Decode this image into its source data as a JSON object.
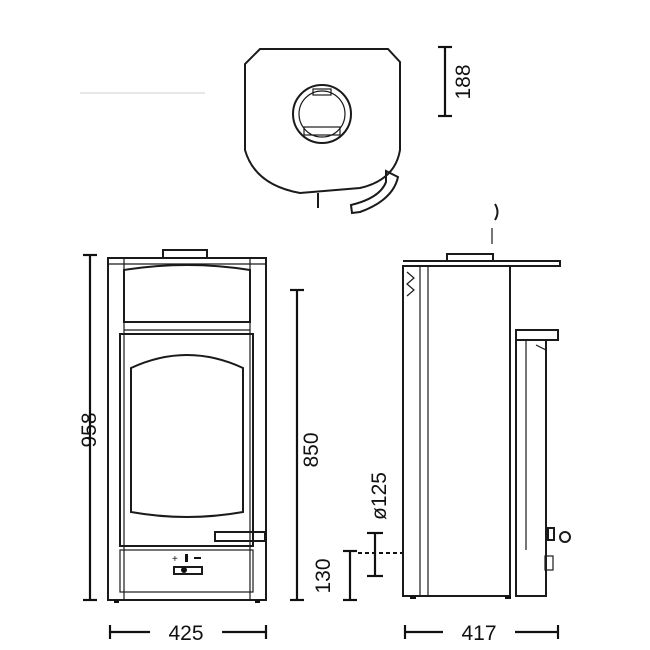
{
  "dimensions": {
    "top_depth": "188",
    "front_height": "958",
    "inner_height": "850",
    "pipe_diameter": "ø125",
    "outlet_height": "130",
    "front_width": "425",
    "side_depth": "417"
  },
  "colors": {
    "line": "#1a1a1a",
    "background": "#ffffff"
  }
}
